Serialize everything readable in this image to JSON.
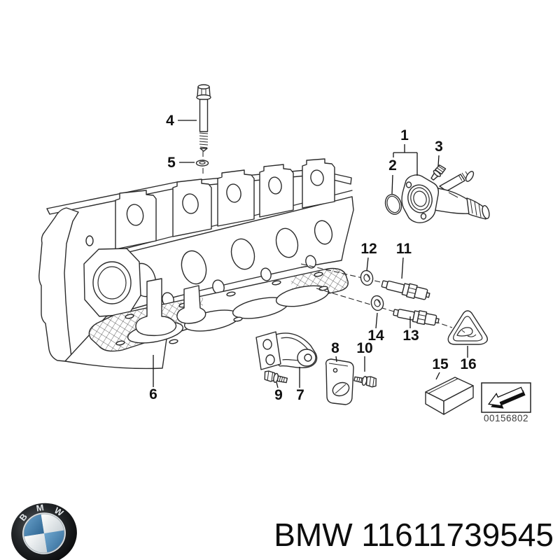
{
  "image_code": "00156802",
  "footer": {
    "part_label": "BMW 11611739545"
  },
  "logo": {
    "letters": {
      "b": "B",
      "m": "M",
      "w": "W"
    },
    "colors": {
      "roundel_blue": "#4a86b4",
      "roundel_ring": "#17191b",
      "roundel_white": "#eef1f3"
    }
  },
  "style": {
    "line_color": "#2b2b2b",
    "label_color": "#111111",
    "code_color": "#3c3c3c"
  },
  "callouts": [
    {
      "num": "1"
    },
    {
      "num": "2"
    },
    {
      "num": "3"
    },
    {
      "num": "4"
    },
    {
      "num": "5"
    },
    {
      "num": "6"
    },
    {
      "num": "7"
    },
    {
      "num": "8"
    },
    {
      "num": "9"
    },
    {
      "num": "10"
    },
    {
      "num": "11"
    },
    {
      "num": "12"
    },
    {
      "num": "13"
    },
    {
      "num": "14"
    },
    {
      "num": "15"
    },
    {
      "num": "16"
    }
  ]
}
